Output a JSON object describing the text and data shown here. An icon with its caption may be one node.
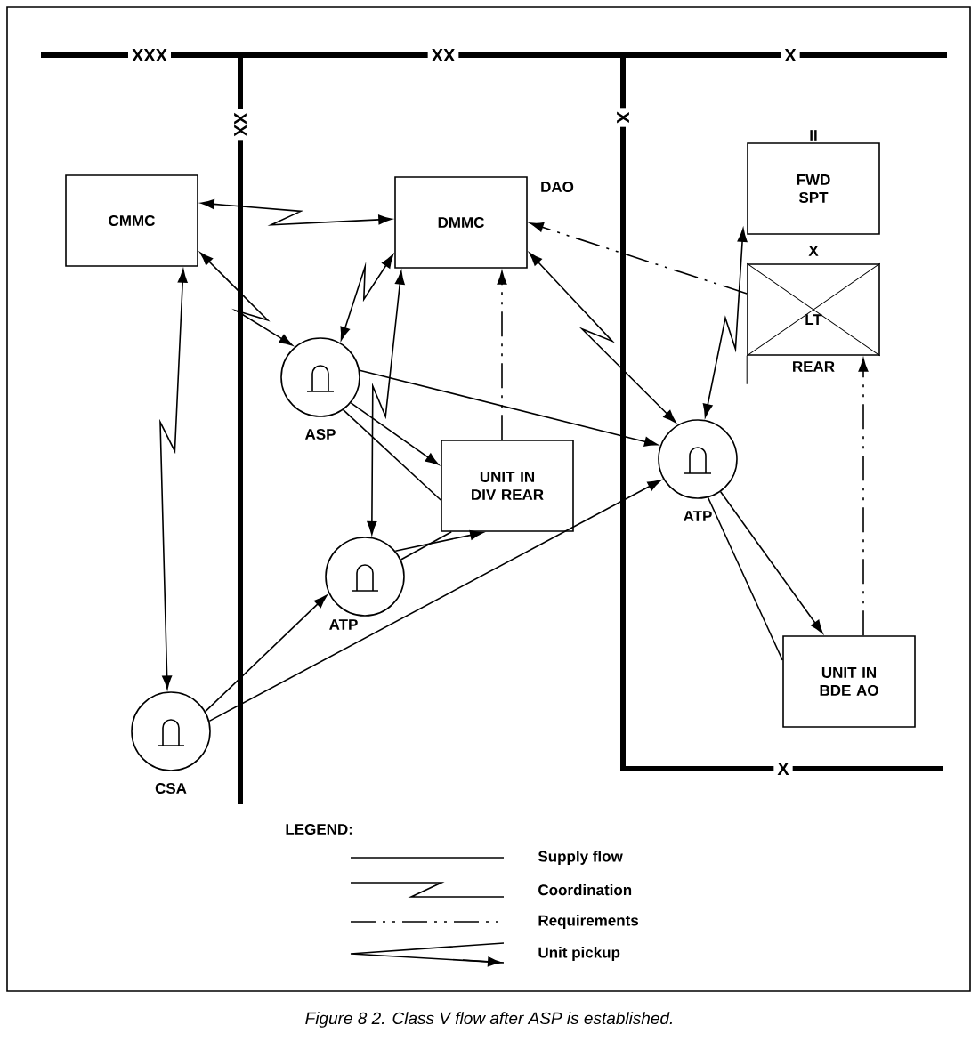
{
  "diagram": {
    "caption": "Figure 8 2.  Class V flow after ASP is established.",
    "nodes": [
      {
        "text": [
          "CMMC"
        ]
      },
      {
        "text": [
          "DMMC"
        ],
        "beside": [
          "DAO"
        ]
      },
      {
        "text": [
          "FWD SPT"
        ],
        "beside": [
          "II"
        ]
      },
      {
        "text": [
          "LT"
        ],
        "beside": [
          "X",
          "REAR"
        ]
      },
      {
        "text": [],
        "shape": "circle",
        "beside": [
          "ASP"
        ]
      },
      {
        "text": [
          "UNIT IN DIV REAR"
        ]
      },
      {
        "text": [],
        "shape": "circle",
        "beside": [
          "ATP"
        ]
      },
      {
        "text": [],
        "shape": "circle",
        "beside": [
          "ATP"
        ]
      },
      {
        "text": [
          "UNIT IN BDE AO"
        ]
      },
      {
        "text": [],
        "shape": "circle",
        "beside": [
          "CSA"
        ]
      }
    ],
    "edges": [
      {
        "from": 0,
        "to": 1,
        "arrow": "both"
      },
      {
        "from": 0,
        "to": 4,
        "arrow": "both"
      },
      {
        "from": 1,
        "to": 4,
        "arrow": "both"
      },
      {
        "from": 1,
        "to": 7,
        "arrow": "both"
      },
      {
        "from": 0,
        "to": 9,
        "arrow": "both"
      },
      {
        "from": 1,
        "to": 6,
        "arrow": "both"
      },
      {
        "from": 5,
        "to": 1,
        "arrow": "to",
        "style": "dashed"
      },
      {
        "from": 3,
        "to": 1,
        "arrow": "to",
        "style": "dashed"
      },
      {
        "from": 8,
        "to": 3,
        "arrow": "to",
        "style": "dashed"
      },
      {
        "from": 7,
        "to": 2,
        "arrow": "both"
      },
      {
        "from": 4,
        "to": 7,
        "arrow": "to"
      },
      {
        "from": 4,
        "to": 5,
        "arrow": "to"
      },
      {
        "from": 5,
        "to": 4,
        "arrow": "none"
      },
      {
        "from": 6,
        "to": 5,
        "arrow": "to"
      },
      {
        "from": 5,
        "to": 6,
        "arrow": "none"
      },
      {
        "from": 7,
        "to": 8,
        "arrow": "to"
      },
      {
        "from": 8,
        "to": 7,
        "arrow": "none"
      },
      {
        "from": 9,
        "to": 6,
        "arrow": "to"
      },
      {
        "from": 9,
        "to": 7,
        "arrow": "to"
      }
    ],
    "labels": [
      "XXX",
      "XX",
      "X",
      "XX",
      "X",
      "X",
      "LEGEND:"
    ],
    "legend": [
      {
        "text": "Supply flow"
      },
      {
        "text": "Coordination"
      },
      {
        "text": "Requirements"
      },
      {
        "text": "Unit pickup"
      }
    ]
  }
}
